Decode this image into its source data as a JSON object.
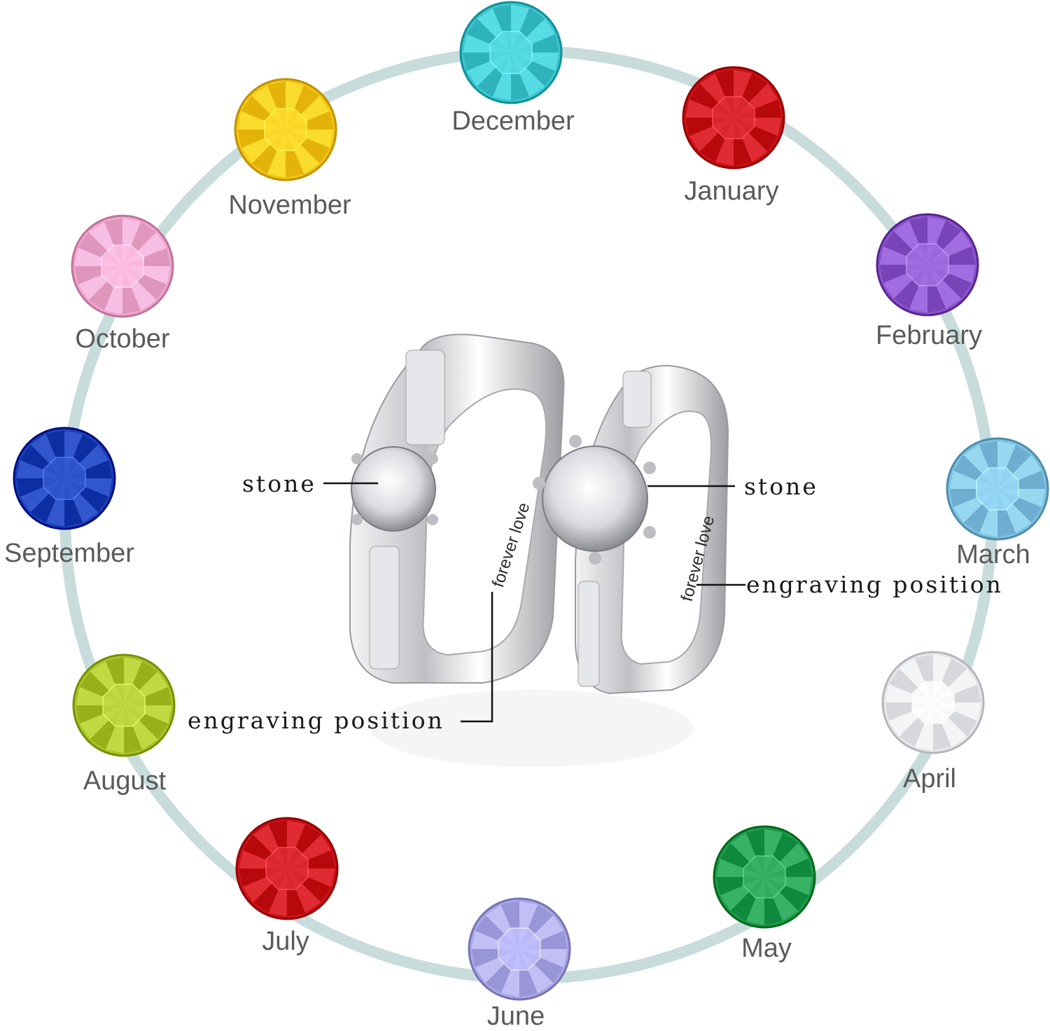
{
  "colors": {
    "ring_track": "#c8dcdc",
    "label_text": "#5a5a5a",
    "callout_text": "#1a1a1a",
    "metal": "#cfcfd2"
  },
  "birthstones": [
    {
      "month": "December",
      "color": "#3fc4cc",
      "icon": "gem-icon"
    },
    {
      "month": "January",
      "color": "#c8121a",
      "icon": "gem-icon"
    },
    {
      "month": "February",
      "color": "#8a55c8",
      "icon": "gem-icon"
    },
    {
      "month": "March",
      "color": "#7fbfe0",
      "icon": "gem-icon"
    },
    {
      "month": "April",
      "color": "#e6e8ec",
      "icon": "gem-icon"
    },
    {
      "month": "May",
      "color": "#1f9a4c",
      "icon": "gem-icon"
    },
    {
      "month": "June",
      "color": "#a9a6e6",
      "icon": "gem-icon"
    },
    {
      "month": "July",
      "color": "#c8121a",
      "icon": "gem-icon"
    },
    {
      "month": "August",
      "color": "#a8c22a",
      "icon": "gem-icon"
    },
    {
      "month": "September",
      "color": "#1a3fb4",
      "icon": "gem-icon"
    },
    {
      "month": "October",
      "color": "#f0a6cc",
      "icon": "gem-icon"
    },
    {
      "month": "November",
      "color": "#f3c414",
      "icon": "gem-icon"
    }
  ],
  "rings": {
    "engraving_text": "forever love",
    "left_stone_label": "stone",
    "right_stone_label": "stone",
    "left_engraving_label": "engraving position",
    "right_engraving_label": "engraving position"
  }
}
